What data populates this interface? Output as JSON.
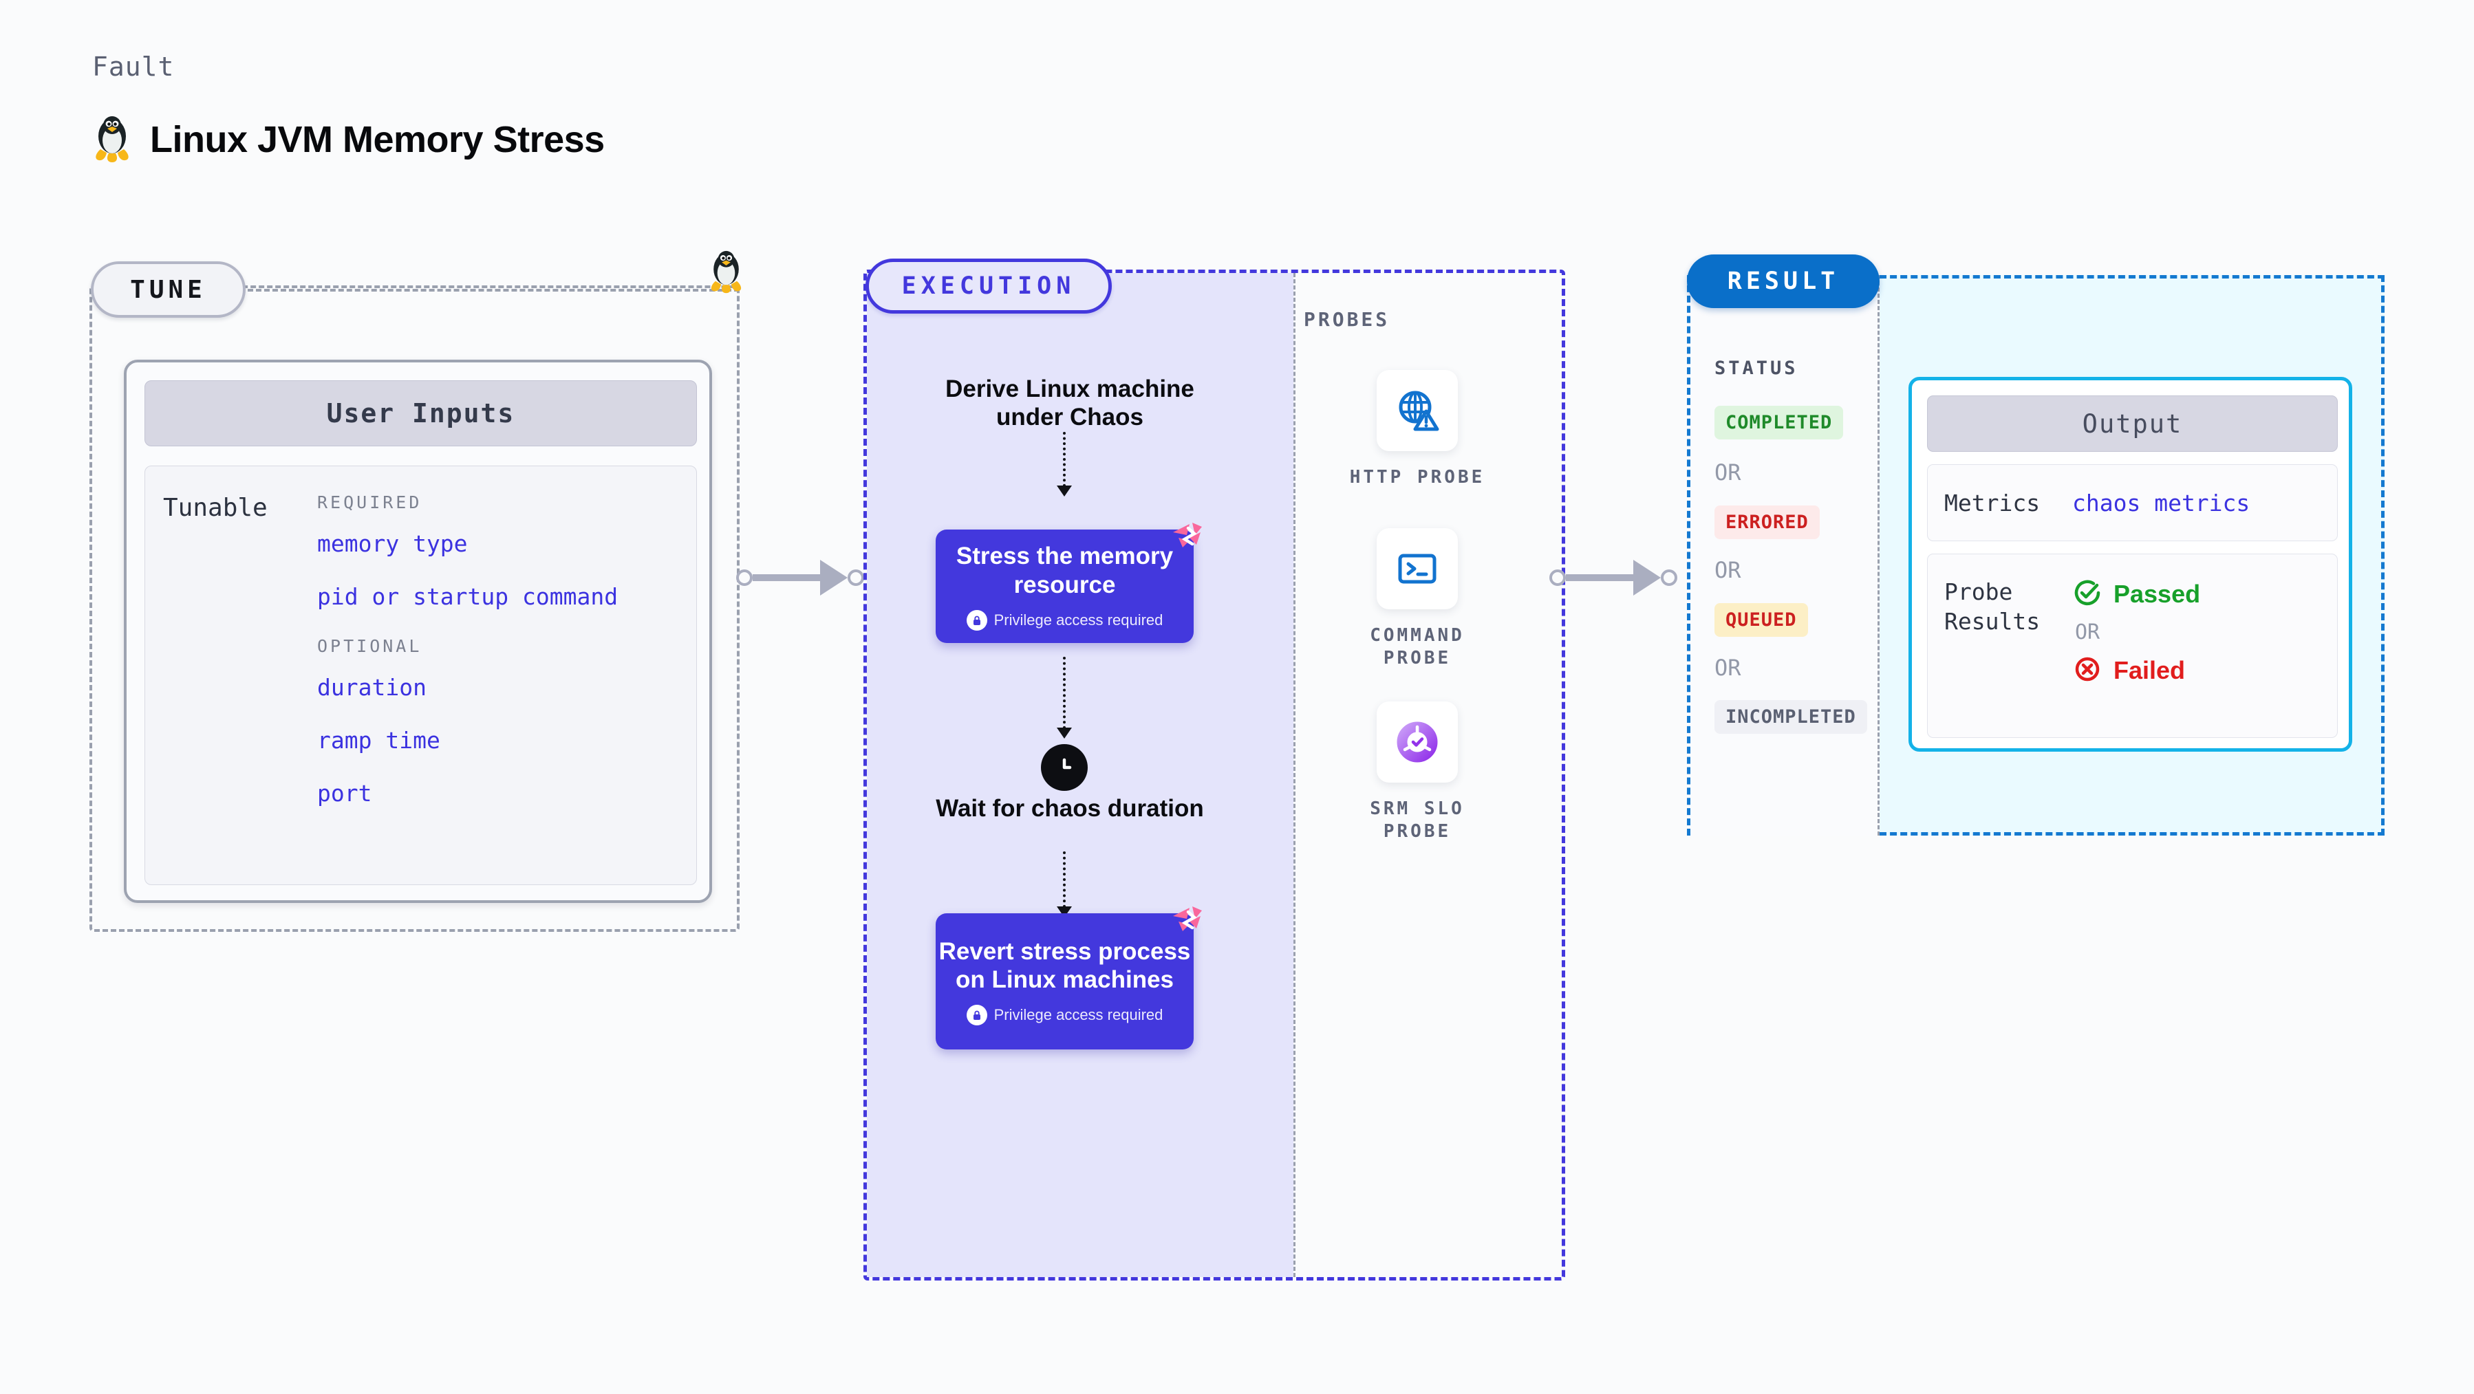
{
  "header": {
    "eyebrow": "Fault",
    "title": "Linux JVM Memory Stress",
    "icon": "linux-penguin-icon"
  },
  "colors": {
    "accent_purple": "#4338dd",
    "accent_blue": "#0a6fc9",
    "accent_cyan": "#14b2e8",
    "chaos_pink": "#f9679c",
    "tunable_link": "#3b32e0",
    "status_completed": "#1f8a2a",
    "status_errored": "#cc2020",
    "status_queued": "#cc2020",
    "status_incompleted": "#5a6072",
    "passed_green": "#17a02a",
    "failed_red": "#e11d1d"
  },
  "tune": {
    "badge": "TUNE",
    "card_title": "User Inputs",
    "tunable_label": "Tunable",
    "groups": [
      {
        "title": "REQUIRED",
        "items": [
          "memory type",
          "pid or startup command"
        ]
      },
      {
        "title": "OPTIONAL",
        "items": [
          "duration",
          "ramp time",
          "port"
        ]
      }
    ]
  },
  "execution": {
    "badge": "EXECUTION",
    "steps": [
      {
        "type": "text",
        "label": "Derive Linux machine under Chaos"
      },
      {
        "type": "chaos-node",
        "label": "Stress the memory resource",
        "privilege": "Privilege access required",
        "badge_icon": "chaos-mark-icon",
        "lock_icon": "lock-icon"
      },
      {
        "type": "wait",
        "label": "Wait for chaos duration",
        "icon": "clock-icon"
      },
      {
        "type": "chaos-node",
        "label": "Revert stress process on Linux machines",
        "privilege": "Privilege access required",
        "badge_icon": "chaos-mark-icon",
        "lock_icon": "lock-icon"
      }
    ]
  },
  "probes": {
    "title": "PROBES",
    "items": [
      {
        "label": "HTTP PROBE",
        "icon": "globe-warning-icon"
      },
      {
        "label": "COMMAND PROBE",
        "icon": "terminal-icon"
      },
      {
        "label": "SRM SLO PROBE",
        "icon": "slo-donut-check-icon"
      }
    ]
  },
  "result": {
    "badge": "RESULT",
    "status_title": "STATUS",
    "or_label": "OR",
    "statuses": [
      {
        "label": "COMPLETED",
        "color": "#1f8a2a",
        "bg": "#dff5df"
      },
      {
        "label": "ERRORED",
        "color": "#cc2020",
        "bg": "#fdeaea"
      },
      {
        "label": "QUEUED",
        "color": "#cc2020",
        "bg": "#fcefc6"
      },
      {
        "label": "INCOMPLETED",
        "color": "#5a6072",
        "bg": "#eff0f5"
      }
    ],
    "output": {
      "title": "Output",
      "rows": [
        {
          "label": "Metrics",
          "value": "chaos metrics"
        },
        {
          "label": "Probe Results",
          "verdicts": [
            {
              "label": "Passed",
              "icon": "check-circle-icon",
              "color": "#17a02a"
            },
            {
              "label": "Failed",
              "icon": "x-circle-icon",
              "color": "#e11d1d"
            }
          ],
          "or_label": "OR"
        }
      ]
    }
  }
}
